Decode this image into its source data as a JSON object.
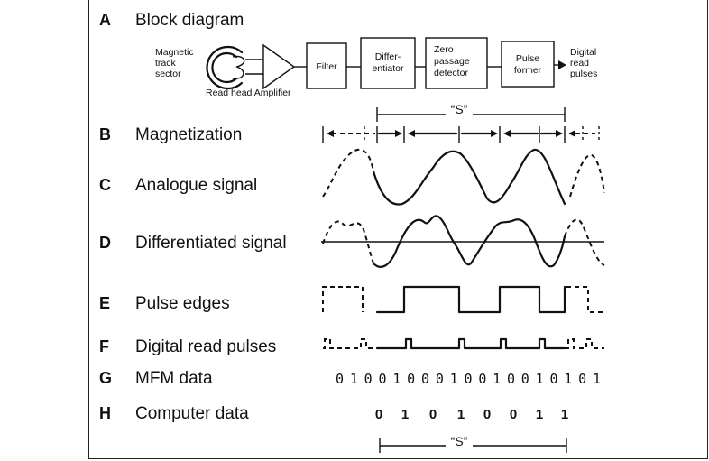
{
  "rows": [
    {
      "letter": "A",
      "name": "Block diagram"
    },
    {
      "letter": "B",
      "name": "Magnetization"
    },
    {
      "letter": "C",
      "name": "Analogue signal"
    },
    {
      "letter": "D",
      "name": "Differentiated signal"
    },
    {
      "letter": "E",
      "name": "Pulse edges"
    },
    {
      "letter": "F",
      "name": "Digital read pulses"
    },
    {
      "letter": "G",
      "name": "MFM data"
    },
    {
      "letter": "H",
      "name": "Computer data"
    }
  ],
  "block_diagram": {
    "source_lines": [
      "Magnetic",
      "track",
      "sector"
    ],
    "read_head_label": "Read head Amplifier",
    "blocks": [
      {
        "lines": [
          "Filter"
        ]
      },
      {
        "lines": [
          "Differ-",
          "entiator"
        ]
      },
      {
        "lines": [
          "Zero",
          "passage",
          "detector"
        ]
      },
      {
        "lines": [
          "Pulse",
          "former"
        ]
      }
    ],
    "output_lines": [
      "Digital",
      "read",
      "pulses"
    ]
  },
  "s_label": "“S”",
  "mfm_bits": "01001000100100101 01",
  "mfm_bits_display": "0100100010010010101",
  "computer_data": [
    "0",
    "1",
    "0",
    "1",
    "0",
    "0",
    "1",
    "1"
  ]
}
